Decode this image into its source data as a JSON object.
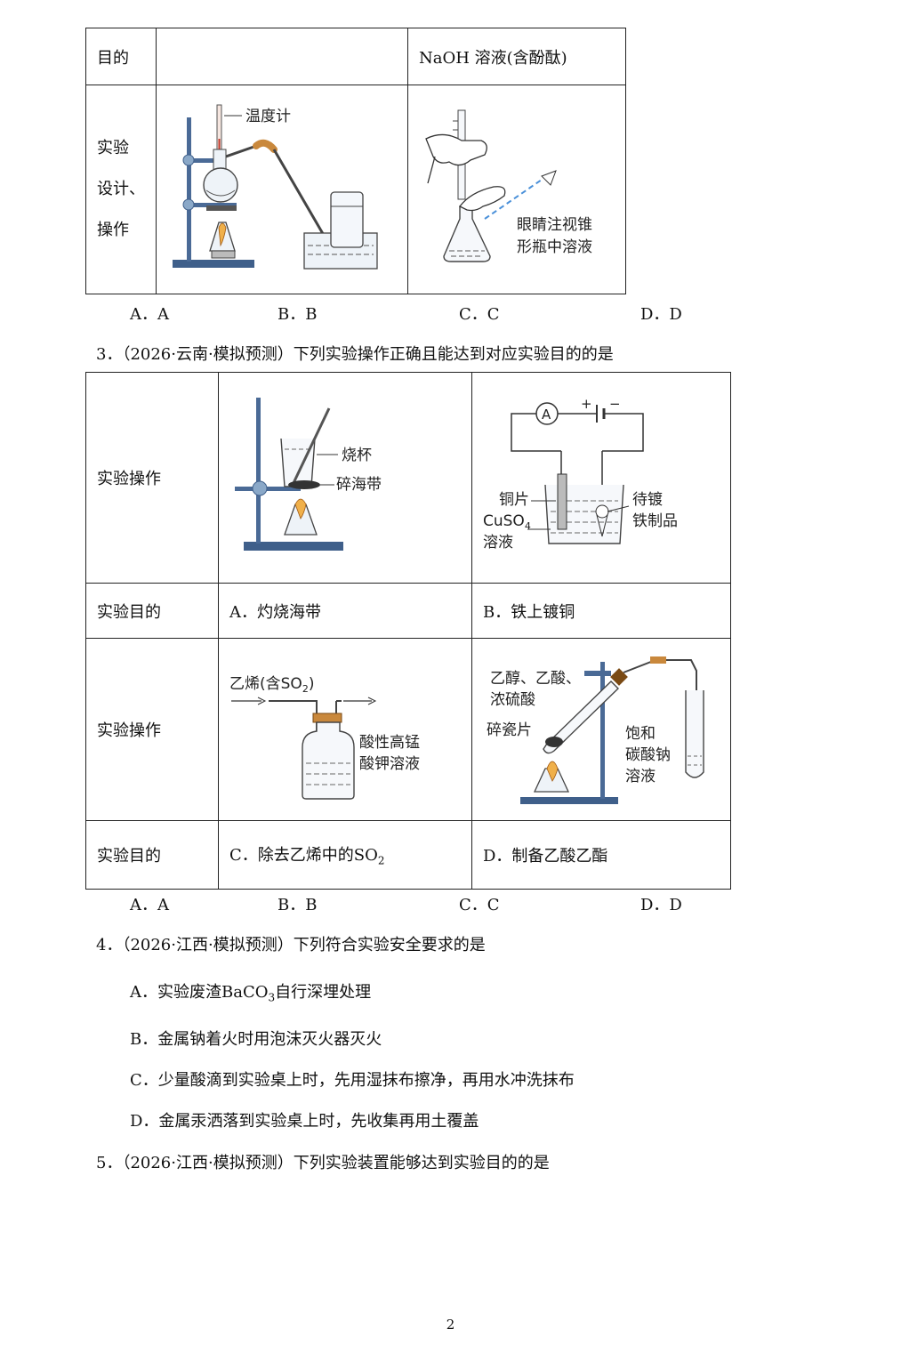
{
  "q2": {
    "row1_label": "目的",
    "row1_cell3": "NaOH 溶液(含酚酞)",
    "row2_label_lines": [
      "实验",
      "设计、",
      "操作"
    ],
    "thermometer_label": "温度计",
    "eye_label_lines": [
      "眼睛注视锥",
      "形瓶中溶液"
    ],
    "options": [
      "A．A",
      "B．B",
      "C．C",
      "D．D"
    ]
  },
  "q3": {
    "title": "3．（2026·云南·模拟预测）下列实验操作正确且能达到对应实验目的的是",
    "row_op_label": "实验操作",
    "row_goal_label": "实验目的",
    "a_labels": {
      "beaker": "烧杯",
      "seaweed": "碎海带"
    },
    "b_labels": {
      "ammeter": "A",
      "plus": "+",
      "minus": "−",
      "copper": "铜片",
      "cuso4": "CuSO",
      "cuso4_sub": "4",
      "solution": "溶液",
      "iron1": "待镀",
      "iron2": "铁制品"
    },
    "a_goal": "A．灼烧海带",
    "b_goal": "B．铁上镀铜",
    "c_labels": {
      "gas": "乙烯(含SO",
      "gas_sub": "2",
      "gas_close": ")",
      "kmno4_1": "酸性高锰",
      "kmno4_2": "酸钾溶液"
    },
    "d_labels": {
      "reagents1": "乙醇、乙酸、",
      "reagents2": "浓硫酸",
      "porcelain": "碎瓷片",
      "na2co3_1": "饱和",
      "na2co3_2": "碳酸钠",
      "na2co3_3": "溶液"
    },
    "c_goal": "C．除去乙烯中的SO",
    "c_goal_sub": "2",
    "d_goal": "D．制备乙酸乙酯",
    "options": [
      "A．A",
      "B．B",
      "C．C",
      "D．D"
    ]
  },
  "q4": {
    "title": "4．（2026·江西·模拟预测）下列符合实验安全要求的是",
    "choice_a": "A．实验废渣BaCO",
    "choice_a_sub": "3",
    "choice_a_end": "自行深埋处理",
    "choice_b": "B．金属钠着火时用泡沫灭火器灭火",
    "choice_c": "C．少量酸滴到实验桌上时，先用湿抹布擦净，再用水冲洗抹布",
    "choice_d": "D．金属汞洒落到实验桌上时，先收集再用土覆盖"
  },
  "q5": {
    "title": "5．（2026·江西·模拟预测）下列实验装置能够达到实验目的的是"
  },
  "page_number": "2"
}
